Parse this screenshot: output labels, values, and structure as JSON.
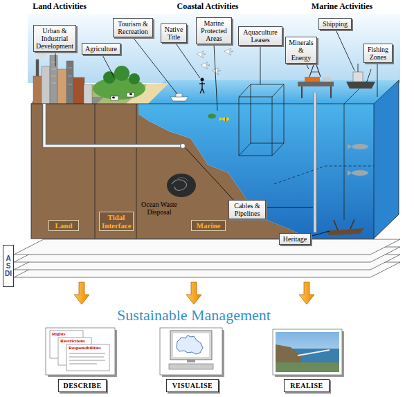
{
  "diagram": {
    "title": "Sustainable Management",
    "nodes": [
      {
        "text": [
          "Urban & Industrial Development"
        ]
      },
      {
        "text": [
          "Agriculture"
        ]
      },
      {
        "text": [
          "Tourism & Recreation"
        ]
      },
      {
        "text": [
          "Native Title"
        ]
      },
      {
        "text": [
          "Marine Protected Areas"
        ]
      },
      {
        "text": [
          "Aquaculture Leases"
        ]
      },
      {
        "text": [
          "Minerals & Energy"
        ]
      },
      {
        "text": [
          "Shipping"
        ]
      },
      {
        "text": [
          "Fishing Zones"
        ]
      },
      {
        "text": [
          "Land"
        ]
      },
      {
        "text": [
          "Tidal Interface"
        ]
      },
      {
        "text": [
          "Marine"
        ]
      },
      {
        "text": [
          "Cables & Pipelines"
        ]
      },
      {
        "text": [
          "Heritage"
        ]
      },
      {
        "text": [
          "ASDI"
        ]
      },
      {
        "text": [
          "DESCRIBE"
        ]
      },
      {
        "text": [
          "VISUALISE"
        ]
      },
      {
        "text": [
          "REALISE"
        ]
      }
    ],
    "labels": [
      "Land Activities",
      "Coastal Activities",
      "Marine Activities",
      "Ocean Waste Disposal",
      "Rights",
      "Restrictions",
      "Responsibilities"
    ]
  }
}
